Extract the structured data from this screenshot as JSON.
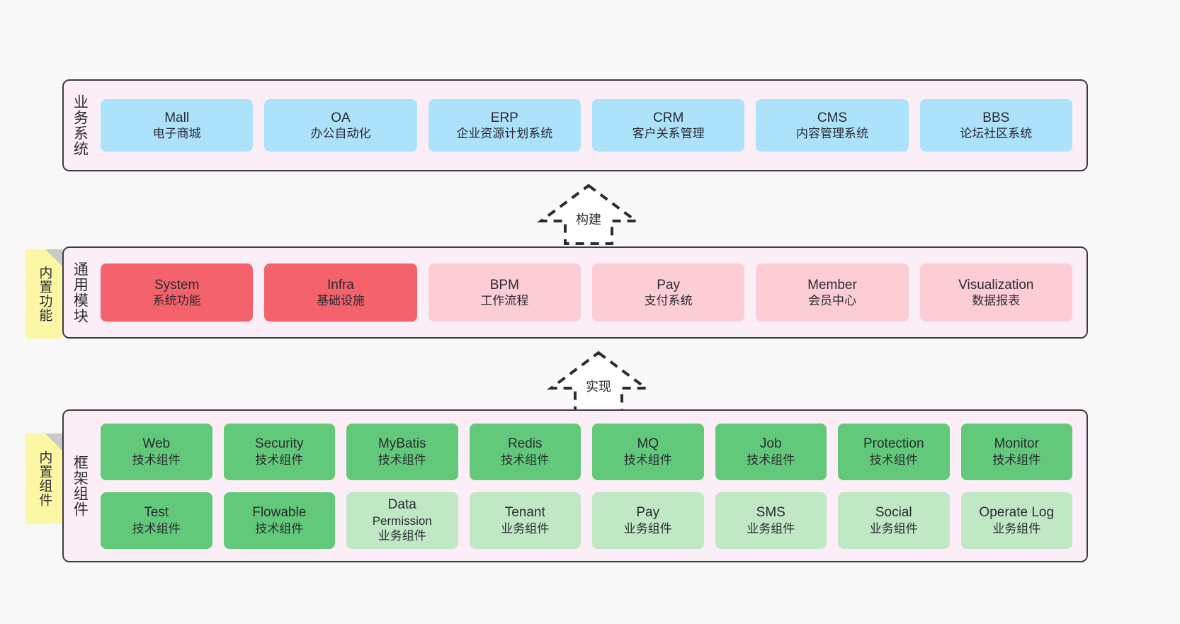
{
  "layers": {
    "business": {
      "label": "业务系统",
      "cards": [
        {
          "title": "Mall",
          "subtitle": "电子商城"
        },
        {
          "title": "OA",
          "subtitle": "办公自动化"
        },
        {
          "title": "ERP",
          "subtitle": "企业资源计划系统"
        },
        {
          "title": "CRM",
          "subtitle": "客户关系管理"
        },
        {
          "title": "CMS",
          "subtitle": "内容管理系统"
        },
        {
          "title": "BBS",
          "subtitle": "论坛社区系统"
        }
      ]
    },
    "module": {
      "label": "通用模块",
      "sticky": "内置功能",
      "cards": [
        {
          "title": "System",
          "subtitle": "系统功能",
          "color": "#f4636b"
        },
        {
          "title": "Infra",
          "subtitle": "基础设施",
          "color": "#f4636b"
        },
        {
          "title": "BPM",
          "subtitle": "工作流程",
          "color": "#fccdd5"
        },
        {
          "title": "Pay",
          "subtitle": "支付系统",
          "color": "#fccdd5"
        },
        {
          "title": "Member",
          "subtitle": "会员中心",
          "color": "#fccdd5"
        },
        {
          "title": "Visualization",
          "subtitle": "数据报表",
          "color": "#fccdd5"
        }
      ]
    },
    "framework": {
      "label": "框架组件",
      "sticky": "内置组件",
      "row1": [
        {
          "title": "Web",
          "subtitle": "技术组件",
          "color": "#62c97a"
        },
        {
          "title": "Security",
          "subtitle": "技术组件",
          "color": "#62c97a"
        },
        {
          "title": "MyBatis",
          "subtitle": "技术组件",
          "color": "#62c97a"
        },
        {
          "title": "Redis",
          "subtitle": "技术组件",
          "color": "#62c97a"
        },
        {
          "title": "MQ",
          "subtitle": "技术组件",
          "color": "#62c97a"
        },
        {
          "title": "Job",
          "subtitle": "技术组件",
          "color": "#62c97a"
        },
        {
          "title": "Protection",
          "subtitle": "技术组件",
          "color": "#62c97a"
        },
        {
          "title": "Monitor",
          "subtitle": "技术组件",
          "color": "#62c97a"
        }
      ],
      "row2": [
        {
          "title": "Test",
          "subtitle": "技术组件",
          "color": "#62c97a"
        },
        {
          "title": "Flowable",
          "subtitle": "技术组件",
          "color": "#62c97a"
        },
        {
          "title": "Data",
          "title2": "Permission",
          "subtitle": "业务组件",
          "color": "#c0e8c4"
        },
        {
          "title": "Tenant",
          "subtitle": "业务组件",
          "color": "#c0e8c4"
        },
        {
          "title": "Pay",
          "subtitle": "业务组件",
          "color": "#c0e8c4"
        },
        {
          "title": "SMS",
          "subtitle": "业务组件",
          "color": "#c0e8c4"
        },
        {
          "title": "Social",
          "subtitle": "业务组件",
          "color": "#c0e8c4"
        },
        {
          "title": "Operate Log",
          "subtitle": "业务组件",
          "color": "#c0e8c4"
        }
      ]
    }
  },
  "arrows": {
    "build": "构建",
    "implement": "实现"
  },
  "colors": {
    "panel_bg": "#fbeef7",
    "panel_border": "#3c3c44",
    "blue": "#ade2fb",
    "red": "#f4636b",
    "pink": "#fccdd5",
    "green": "#62c97a",
    "light_green": "#c0e8c4",
    "sticky_yellow": "#fbf7a4",
    "canvas_bg": "#f8f8f8"
  }
}
